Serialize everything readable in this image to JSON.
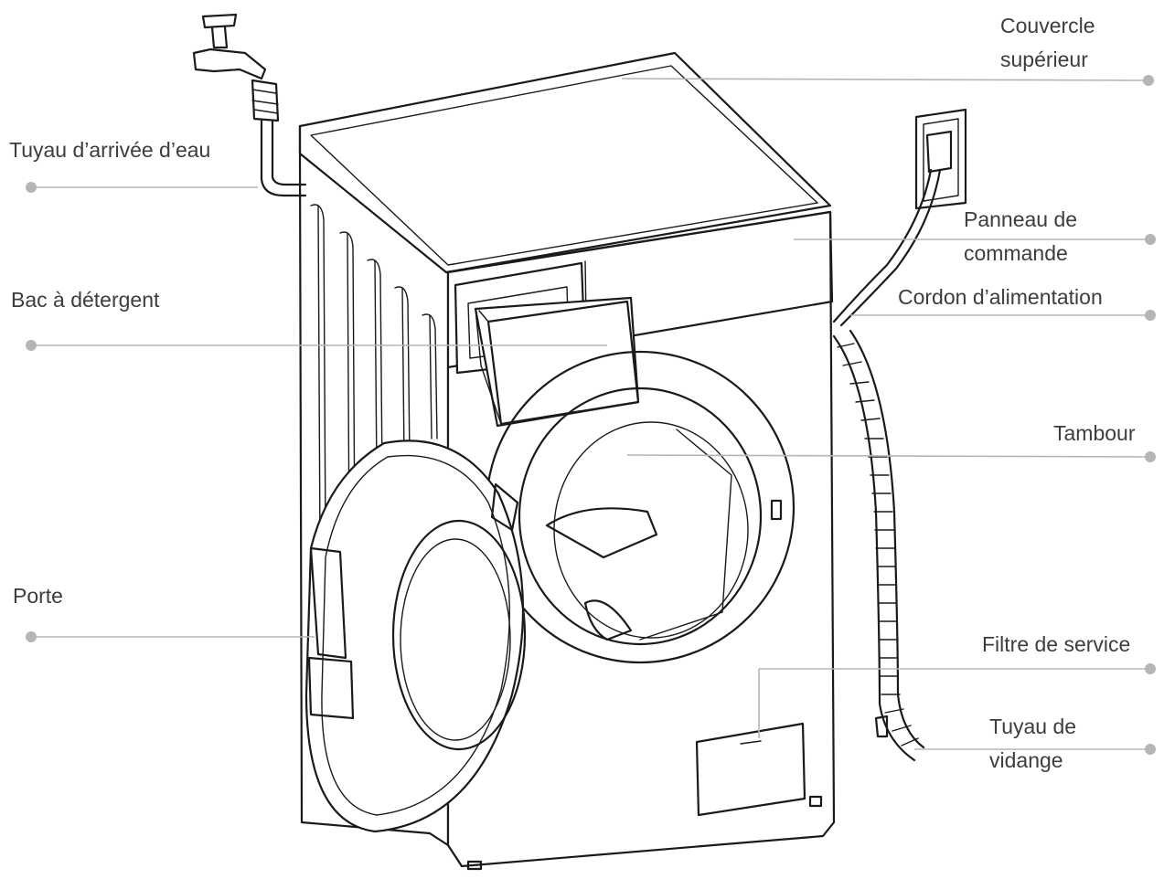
{
  "labels": {
    "top_cover_1": "Couvercle",
    "top_cover_2": "supérieur",
    "water_inlet": "Tuyau d’arrivée d’eau",
    "control_panel_1": "Panneau de",
    "control_panel_2": "commande",
    "power_cord": "Cordon d’alimentation",
    "detergent_drawer": "Bac à détergent",
    "drum": "Tambour",
    "door": "Porte",
    "service_filter": "Filtre de service",
    "drain_hose_1": "Tuyau de",
    "drain_hose_2": "vidange"
  },
  "colors": {
    "leader_line": "#b5b5b5",
    "label_text": "#3d3d3d",
    "ink": "#1a1a1a"
  }
}
